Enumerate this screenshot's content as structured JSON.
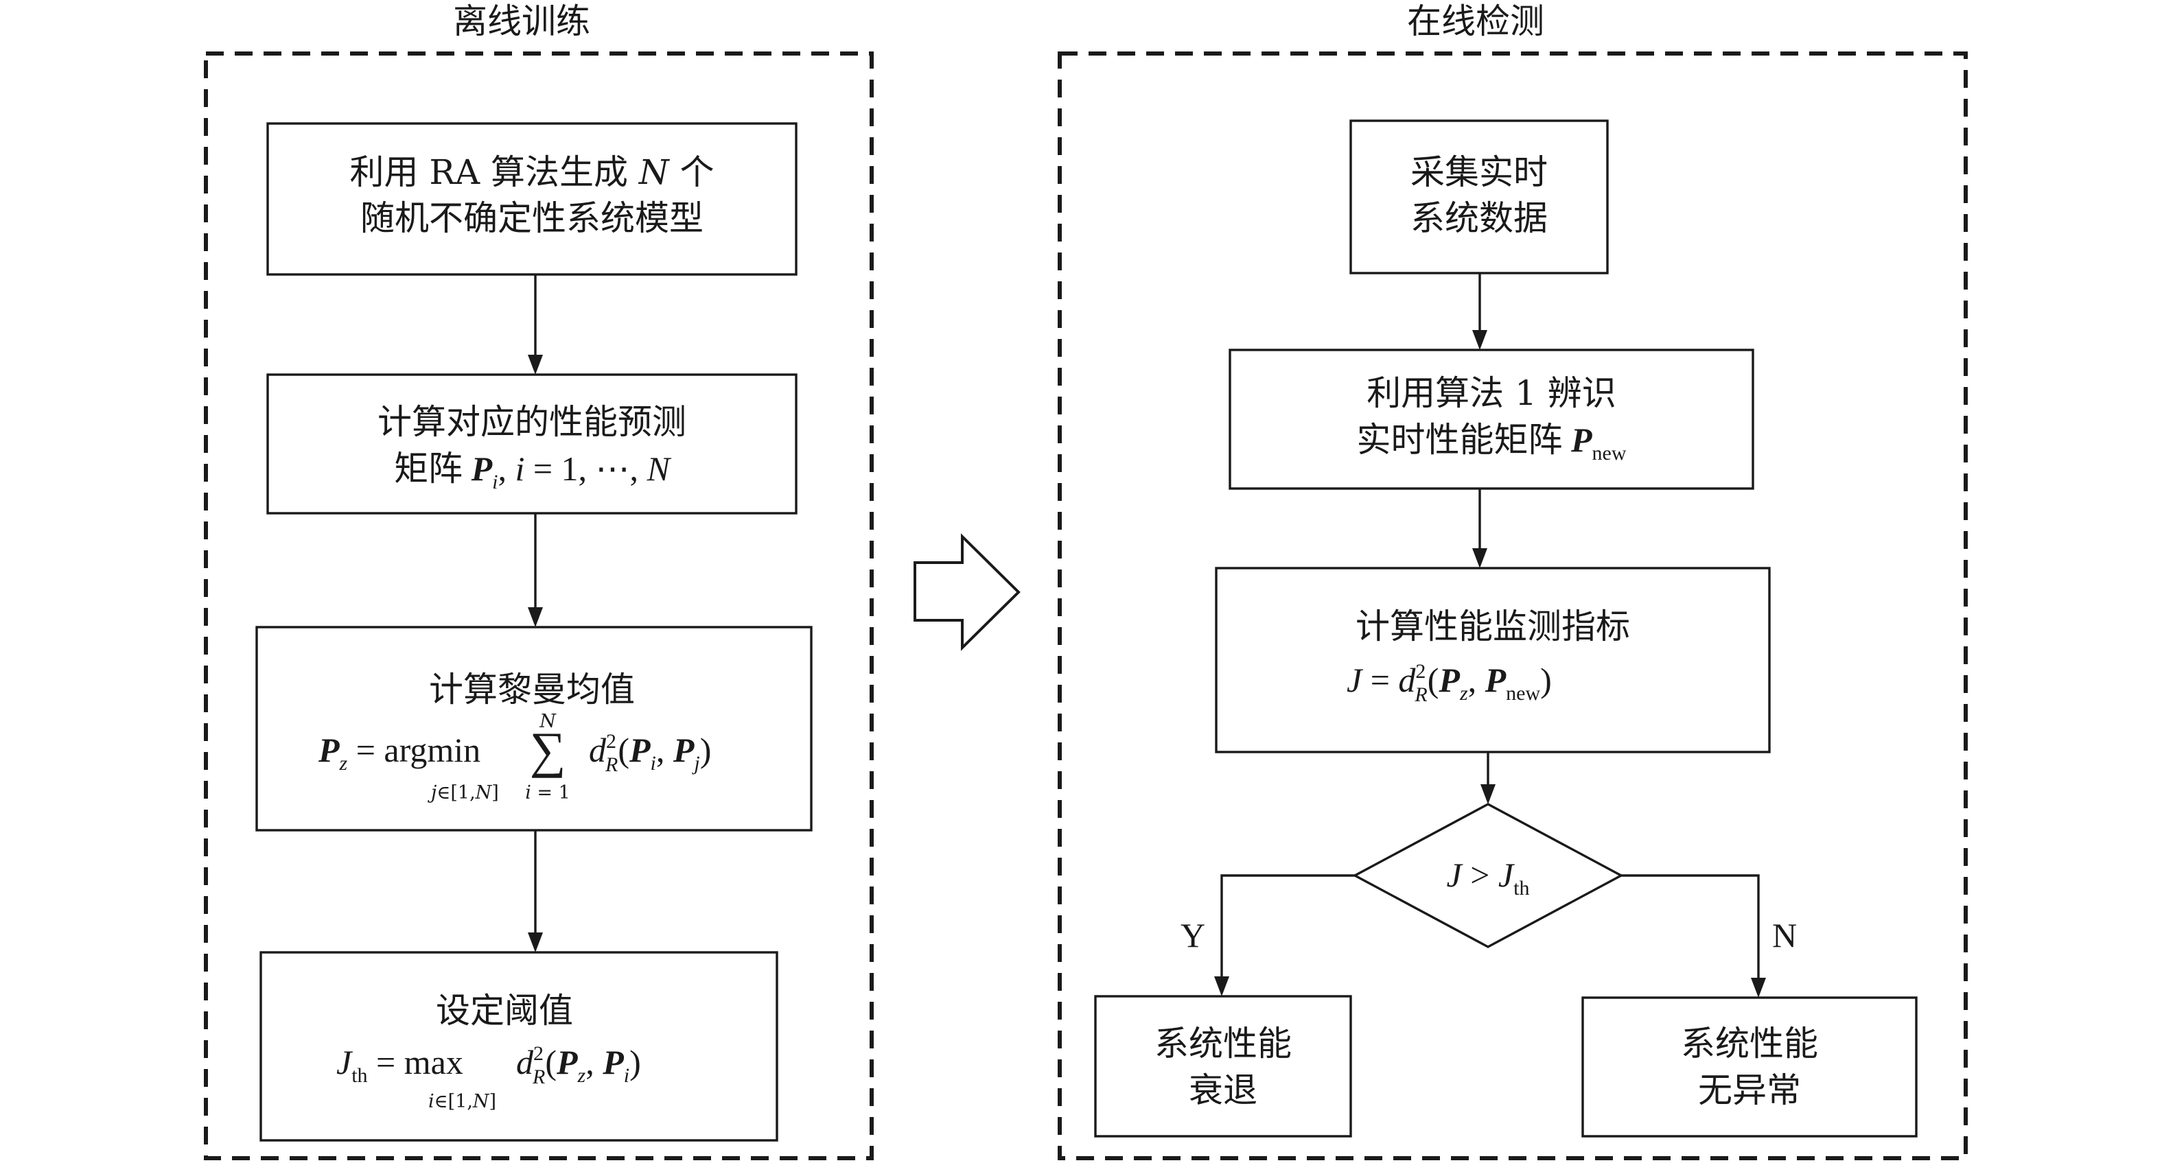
{
  "offline": {
    "title": "离线训练",
    "step1": {
      "line1": "利用 RA 算法生成 N 个",
      "line2": "随机不确定性系统模型"
    },
    "step2": {
      "line1": "计算对应的性能预测",
      "line2": "矩阵 Pi, i = 1, ⋯, N"
    },
    "step3": {
      "line1": "计算黎曼均值",
      "line2": "Pz = argmin_{j∈[1,N]} Σ_{i=1}^{N} d_R^2(Pi, Pj)"
    },
    "step4": {
      "line1": "设定阈值",
      "line2": "Jth = max_{i∈[1,N]} d_R^2(Pz, Pi)"
    }
  },
  "online": {
    "title": "在线检测",
    "step1": {
      "line1": "采集实时",
      "line2": "系统数据"
    },
    "step2": {
      "line1": "利用算法 1 辨识",
      "line2": "实时性能矩阵 Pnew"
    },
    "step3": {
      "line1": "计算性能监测指标",
      "line2": "J = d_R^2(Pz, Pnew)"
    },
    "decision": "J > Jth",
    "yes_label": "Y",
    "no_label": "N",
    "yes_result": {
      "line1": "系统性能",
      "line2": "衰退"
    },
    "no_result": {
      "line1": "系统性能",
      "line2": "无异常"
    }
  }
}
